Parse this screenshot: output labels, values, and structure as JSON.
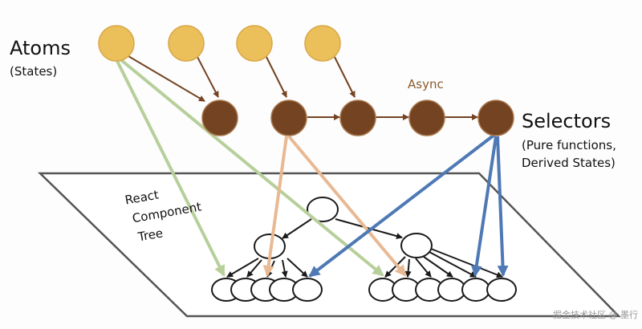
{
  "labels": {
    "atoms_title": "Atoms",
    "atoms_subtitle": "(States)",
    "selectors_title": "Selectors",
    "selectors_subtitle_1": "(Pure functions,",
    "selectors_subtitle_2": "Derived States)",
    "async": "Async",
    "tree_line_1": "React",
    "tree_line_2": "Component",
    "tree_line_3": "Tree",
    "watermark": "掘金技术社区 @ 墨行"
  },
  "colors": {
    "atom_fill": "#ebc05a",
    "atom_stroke": "#d9a84a",
    "selector_fill": "#744321",
    "selector_stroke": "#a9784d",
    "dep_arrow": "#744321",
    "atom_to_tree": "#b7cf9a",
    "selector_to_tree_peach": "#e8b993",
    "selector_to_tree_blue": "#4e79b5",
    "tree_stroke": "#1a1a1a",
    "plane_stroke": "#555555"
  },
  "diagram": {
    "atoms": [
      "atom-1",
      "atom-2",
      "atom-3",
      "atom-4"
    ],
    "selectors": [
      "selector-1",
      "selector-2",
      "selector-3",
      "selector-4",
      "selector-5"
    ],
    "atom_to_selector_edges": [
      [
        "atom-1",
        "selector-1"
      ],
      [
        "atom-2",
        "selector-1"
      ],
      [
        "atom-3",
        "selector-2"
      ],
      [
        "atom-4",
        "selector-3"
      ]
    ],
    "selector_chain_edges": [
      [
        "selector-2",
        "selector-3"
      ],
      [
        "selector-3",
        "selector-4"
      ],
      [
        "selector-4",
        "selector-5"
      ]
    ],
    "tree": {
      "root": "root",
      "mid_nodes": [
        "left-mid",
        "right-mid"
      ],
      "left_leaves": 5,
      "right_leaves": 6
    },
    "subscriptions": [
      {
        "from": "atom-1",
        "to": "left-leaf-1",
        "color": "atom_to_tree"
      },
      {
        "from": "atom-1",
        "to": "right-leaf-1",
        "color": "atom_to_tree"
      },
      {
        "from": "selector-2",
        "to": "left-leaf-3",
        "color": "selector_to_tree_peach"
      },
      {
        "from": "selector-2",
        "to": "right-leaf-2",
        "color": "selector_to_tree_peach"
      },
      {
        "from": "selector-5",
        "to": "left-leaf-5",
        "color": "selector_to_tree_blue"
      },
      {
        "from": "selector-5",
        "to": "right-leaf-5",
        "color": "selector_to_tree_blue"
      },
      {
        "from": "selector-5",
        "to": "right-leaf-6",
        "color": "selector_to_tree_blue"
      }
    ]
  }
}
